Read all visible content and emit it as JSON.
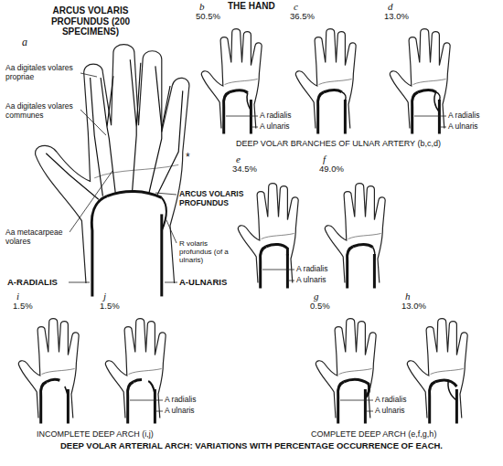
{
  "diagram": {
    "title": "THE HAND",
    "caption": "DEEP VOLAR ARTERIAL ARCH: VARIATIONS WITH PERCENTAGE OCCURRENCE OF EACH.",
    "labels": [
      "ARCUS VOLARIS PROFUNDUS (200 SPECIMENS)",
      "a",
      "Aa digitales volares propriae",
      "Aa digitales volares communes",
      "Aa metacarpeae volares",
      "*",
      "ARCUS VOLARIS PROFUNDUS",
      "R volaris profundus (of a ulnaris)",
      "A-RADIALIS",
      "A-ULNARIS",
      "b",
      "50.5%",
      "c",
      "36.5%",
      "d",
      "13.0%",
      "A radialis",
      "A ulnaris",
      "A radialis",
      "A ulnaris",
      "DEEP VOLAR BRANCHES OF ULNAR ARTERY (b,c,d)",
      "e",
      "34.5%",
      "f",
      "49.0%",
      "A radialis",
      "A ulnaris",
      "i",
      "1.5%",
      "j",
      "1.5%",
      "A radialis",
      "A ulnaris",
      "g",
      "0.5%",
      "h",
      "13.0%",
      "A radialis",
      "A ulnaris",
      "INCOMPLETE DEEP ARCH (i,j)",
      "COMPLETE DEEP ARCH (e,f,g,h)"
    ]
  }
}
